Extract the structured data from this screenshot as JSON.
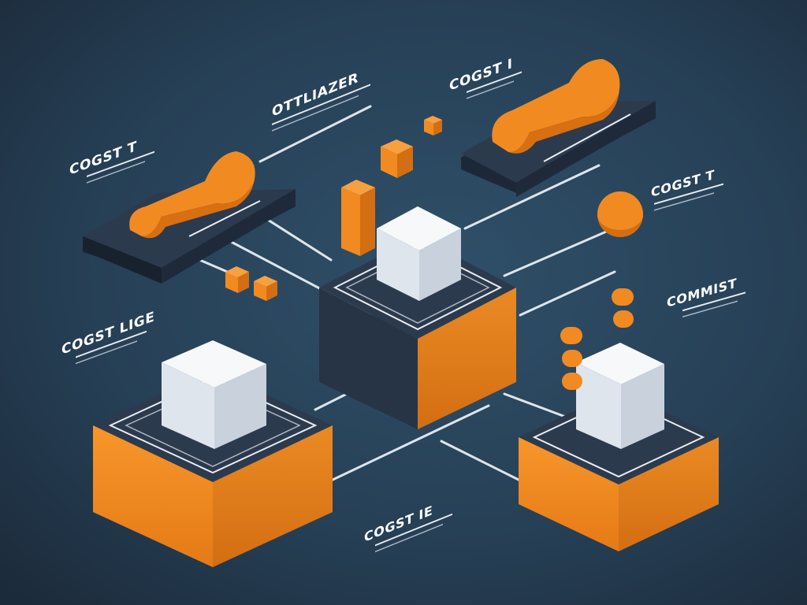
{
  "labels": {
    "top_center": "OTTLIAZER",
    "top_right": "COGST I",
    "left_upper": "COGST T",
    "right_upper": "COGST T",
    "left_middle": "COGST LIGE",
    "right_middle": "COMMIST",
    "bottom_center": "COGST IE"
  },
  "colors": {
    "background": "#22364a",
    "orange": "#f28a22",
    "navy": "#2c3a4e",
    "white_cube": "#eef2f6",
    "line": "#e9eef3"
  }
}
